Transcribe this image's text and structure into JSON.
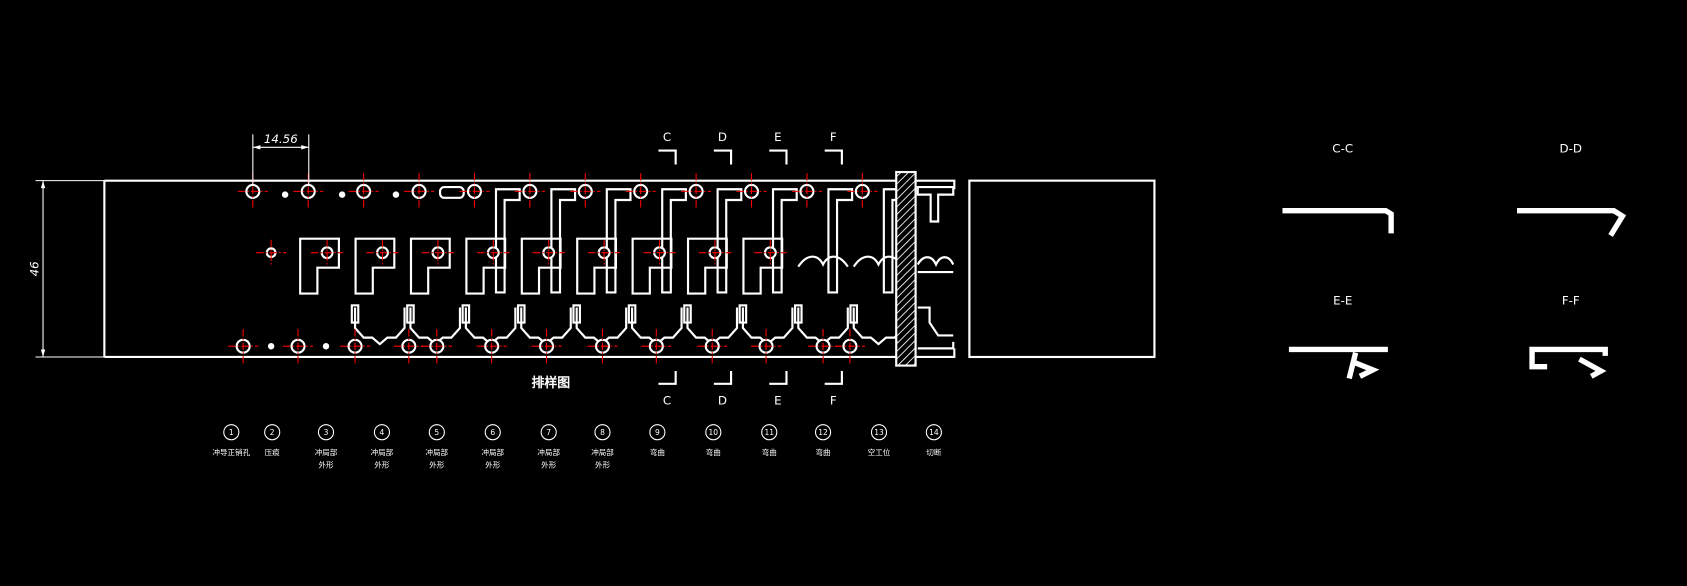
{
  "drawing": {
    "title": "排样图",
    "colors": {
      "background": "#000000",
      "outline": "#ffffff",
      "center_line": "#ff0000"
    }
  },
  "dimensions": {
    "pitch": "14.56",
    "strip_width": "46"
  },
  "section_cuts": [
    "C",
    "D",
    "E",
    "F"
  ],
  "stations": [
    {
      "number": "1",
      "line1": "冲导正销孔"
    },
    {
      "number": "2",
      "line1": "压痕"
    },
    {
      "number": "3",
      "line1": "冲局部",
      "line2": "外形"
    },
    {
      "number": "4",
      "line1": "冲局部",
      "line2": "外形"
    },
    {
      "number": "5",
      "line1": "冲局部",
      "line2": "外形"
    },
    {
      "number": "6",
      "line1": "冲局部",
      "line2": "外形"
    },
    {
      "number": "7",
      "line1": "冲局部",
      "line2": "外形"
    },
    {
      "number": "8",
      "line1": "冲局部",
      "line2": "外形"
    },
    {
      "number": "9",
      "line1": "弯曲"
    },
    {
      "number": "10",
      "line1": "弯曲"
    },
    {
      "number": "11",
      "line1": "弯曲"
    },
    {
      "number": "12",
      "line1": "弯曲"
    },
    {
      "number": "13",
      "line1": "空工位"
    },
    {
      "number": "14",
      "line1": "切断"
    }
  ],
  "section_views": [
    "C-C",
    "D-D",
    "E-E",
    "F-F"
  ]
}
